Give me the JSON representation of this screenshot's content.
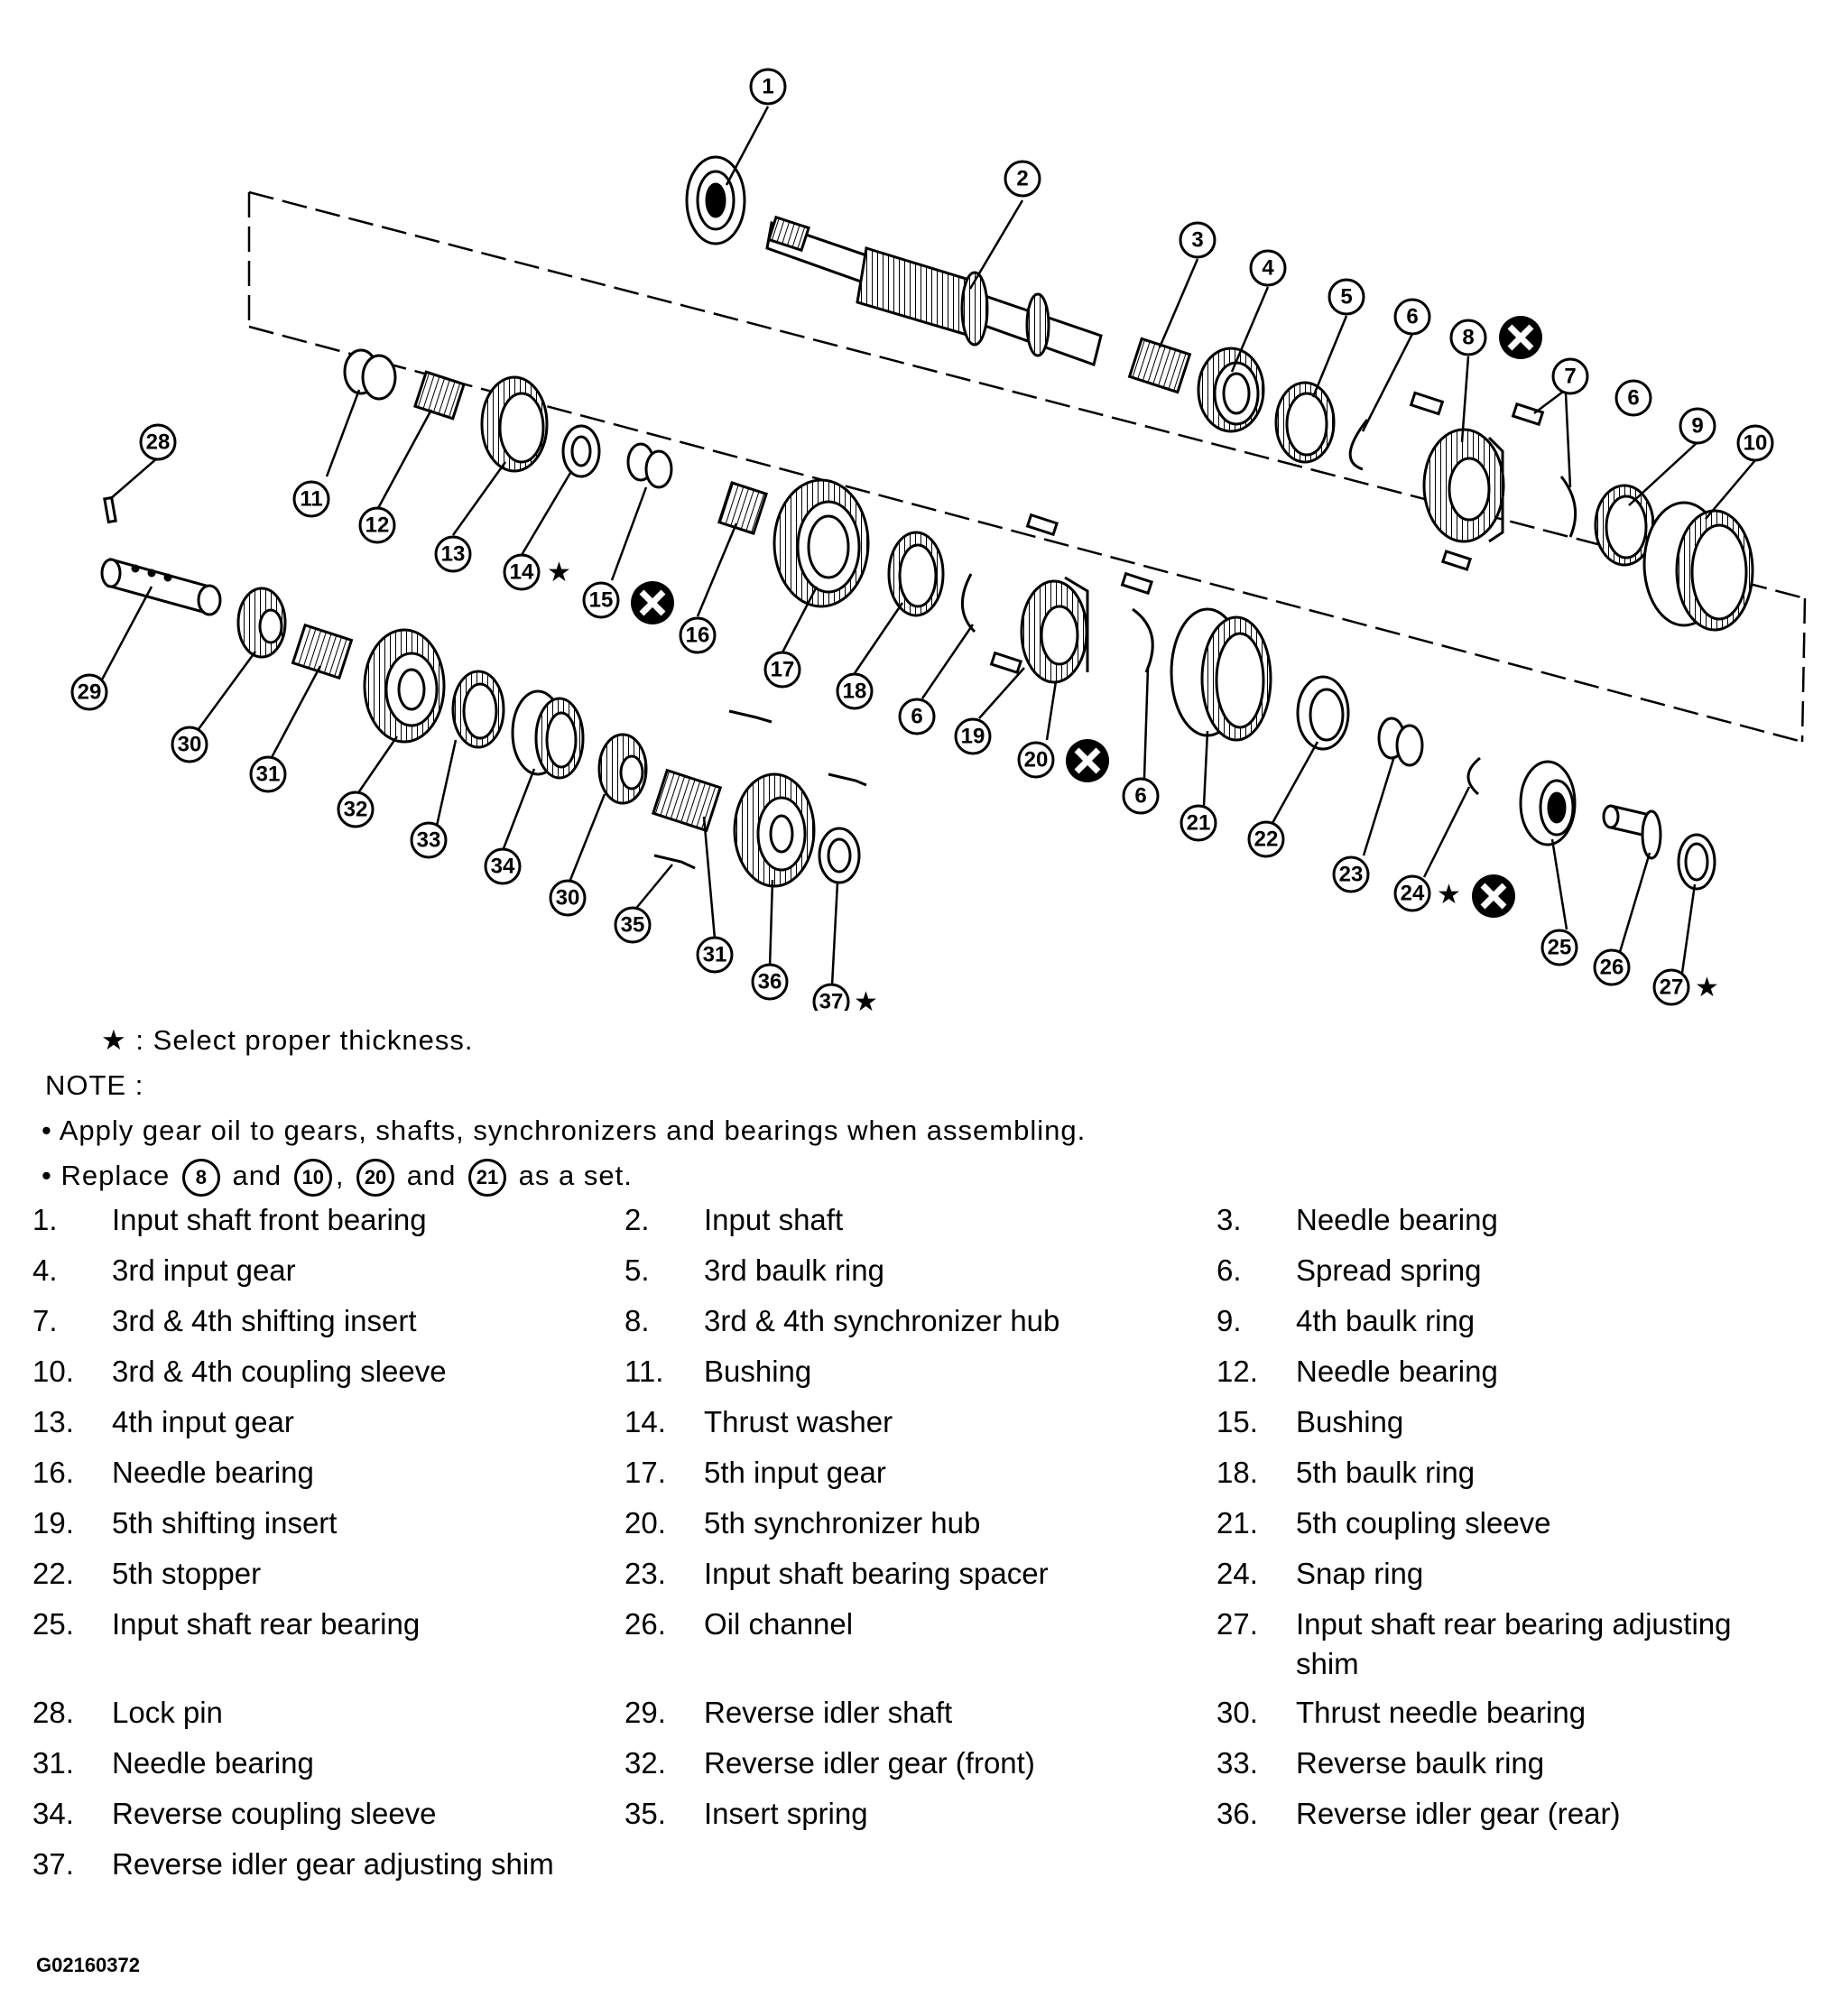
{
  "callouts": {
    "c1": "1",
    "c2": "2",
    "c3": "3",
    "c4": "4",
    "c5": "5",
    "c6a": "6",
    "c6b": "6",
    "c6c": "6",
    "c6d": "6",
    "c7": "7",
    "c8": "8",
    "c9": "9",
    "c10": "10",
    "c11": "11",
    "c12": "12",
    "c13": "13",
    "c14": "14",
    "c15": "15",
    "c16": "16",
    "c17": "17",
    "c18": "18",
    "c19": "19",
    "c20": "20",
    "c21": "21",
    "c22": "22",
    "c23": "23",
    "c24": "24",
    "c25": "25",
    "c26": "26",
    "c27": "27",
    "c28": "28",
    "c29": "29",
    "c30a": "30",
    "c30b": "30",
    "c31a": "31",
    "c31b": "31",
    "c32": "32",
    "c33": "33",
    "c34": "34",
    "c35": "35",
    "c36": "36",
    "c37": "37"
  },
  "legend": {
    "star_symbol": "★",
    "star_text": ": Select proper thickness.",
    "note_title": "NOTE :",
    "bullet1": "• Apply gear oil to gears, shafts, synchronizers and bearings when assembling.",
    "bullet2_prefix": "• Replace",
    "bullet2_n1": "8",
    "bullet2_and1": "and",
    "bullet2_n2": "10",
    "bullet2_comma": ",",
    "bullet2_n3": "20",
    "bullet2_and2": "and",
    "bullet2_n4": "21",
    "bullet2_suffix": "as a set."
  },
  "parts": [
    [
      {
        "n": "1.",
        "name": "Input shaft front bearing"
      },
      {
        "n": "2.",
        "name": "Input shaft"
      },
      {
        "n": "3.",
        "name": "Needle bearing"
      }
    ],
    [
      {
        "n": "4.",
        "name": "3rd input gear"
      },
      {
        "n": "5.",
        "name": "3rd baulk ring"
      },
      {
        "n": "6.",
        "name": "Spread spring"
      }
    ],
    [
      {
        "n": "7.",
        "name": "3rd & 4th shifting insert"
      },
      {
        "n": "8.",
        "name": "3rd & 4th synchronizer hub"
      },
      {
        "n": "9.",
        "name": "4th baulk ring"
      }
    ],
    [
      {
        "n": "10.",
        "name": "3rd & 4th coupling sleeve"
      },
      {
        "n": "11.",
        "name": "Bushing"
      },
      {
        "n": "12.",
        "name": "Needle bearing"
      }
    ],
    [
      {
        "n": "13.",
        "name": "4th input gear"
      },
      {
        "n": "14.",
        "name": "Thrust washer"
      },
      {
        "n": "15.",
        "name": "Bushing"
      }
    ],
    [
      {
        "n": "16.",
        "name": "Needle bearing"
      },
      {
        "n": "17.",
        "name": "5th input gear"
      },
      {
        "n": "18.",
        "name": "5th baulk ring"
      }
    ],
    [
      {
        "n": "19.",
        "name": "5th shifting insert"
      },
      {
        "n": "20.",
        "name": "5th synchronizer hub"
      },
      {
        "n": "21.",
        "name": "5th coupling sleeve"
      }
    ],
    [
      {
        "n": "22.",
        "name": "5th stopper"
      },
      {
        "n": "23.",
        "name": "Input shaft bearing spacer"
      },
      {
        "n": "24.",
        "name": "Snap ring"
      }
    ],
    [
      {
        "n": "25.",
        "name": "Input shaft rear bearing"
      },
      {
        "n": "26.",
        "name": "Oil channel"
      },
      {
        "n": "27.",
        "name": "Input shaft rear bearing adjusting shim"
      }
    ],
    [
      {
        "n": "28.",
        "name": "Lock pin"
      },
      {
        "n": "29.",
        "name": "Reverse idler shaft"
      },
      {
        "n": "30.",
        "name": "Thrust needle bearing"
      }
    ],
    [
      {
        "n": "31.",
        "name": "Needle bearing"
      },
      {
        "n": "32.",
        "name": "Reverse idler gear (front)"
      },
      {
        "n": "33.",
        "name": "Reverse baulk ring"
      }
    ],
    [
      {
        "n": "34.",
        "name": "Reverse coupling sleeve"
      },
      {
        "n": "35.",
        "name": "Insert spring"
      },
      {
        "n": "36.",
        "name": "Reverse idler gear (rear)"
      }
    ],
    [
      {
        "n": "37.",
        "name": "Reverse idler gear adjusting shim"
      },
      {
        "n": "",
        "name": ""
      },
      {
        "n": "",
        "name": ""
      }
    ]
  ],
  "figure_id": "G02160372"
}
